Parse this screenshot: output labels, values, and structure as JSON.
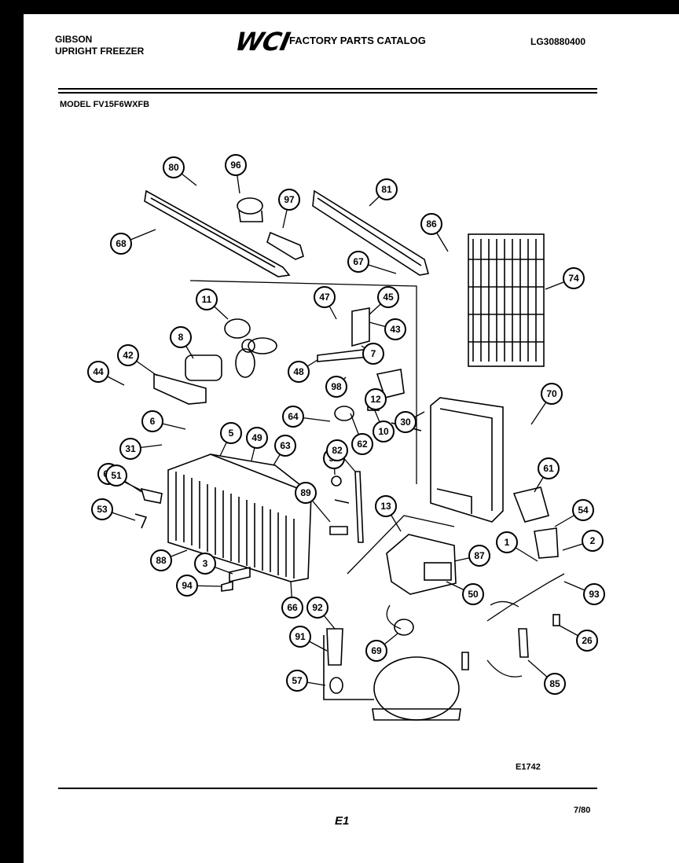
{
  "header": {
    "brand_line1": "GIBSON",
    "brand_line2": "UPRIGHT FREEZER",
    "logo": "WCI",
    "catalog_title": "FACTORY PARTS CATALOG",
    "doc_id": "LG30880400",
    "model": "MODEL FV15F6WXFB"
  },
  "footer": {
    "diagram_code": "E1742",
    "page_code": "E1",
    "date": "7/80"
  },
  "callouts": [
    "80",
    "96",
    "97",
    "81",
    "86",
    "68",
    "67",
    "74",
    "11",
    "47",
    "45",
    "43",
    "8",
    "7",
    "42",
    "12",
    "44",
    "48",
    "98",
    "70",
    "64",
    "62",
    "63",
    "10",
    "30",
    "6",
    "5",
    "49",
    "63",
    "31",
    "52",
    "82",
    "61",
    "51",
    "89",
    "53",
    "13",
    "54",
    "1",
    "2",
    "88",
    "3",
    "87",
    "94",
    "50",
    "93",
    "66",
    "92",
    "69",
    "91",
    "26",
    "57",
    "85"
  ]
}
